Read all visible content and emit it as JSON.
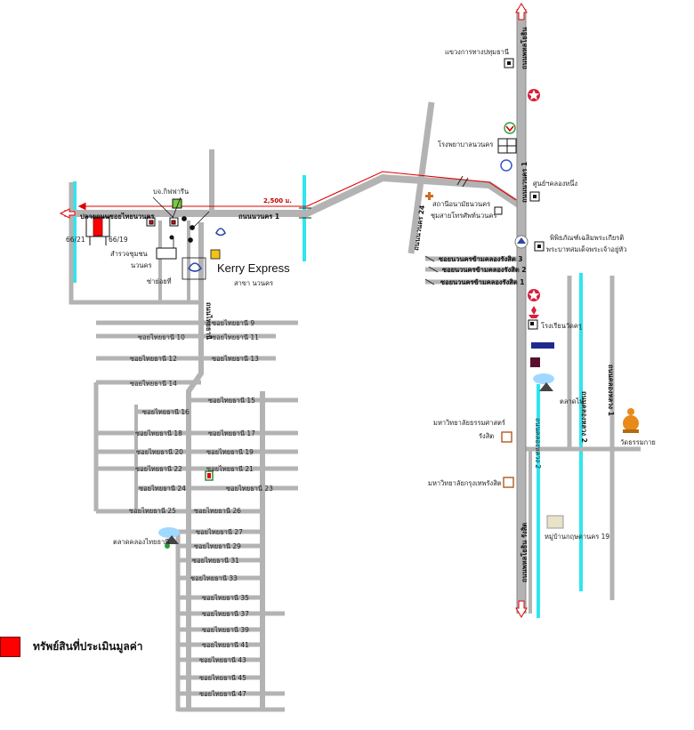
{
  "colors": {
    "road": "#b3b3b3",
    "road_edge": "#8a8a8a",
    "canal": "#2ee6ee",
    "route": "#e00000",
    "subject": "#ff0000",
    "kerry": "#f2c318",
    "green": "#36b34a"
  },
  "main_roads": {
    "phahonyothin_top": "ถนนพหลโยธิน",
    "phahonyothin_bottom": "ถนนพหลโยธิน รังสิต",
    "navanakorn_1": "ถนนนวนคร 1",
    "navanakorn_24": "ถนนนวนคร 24",
    "navanakorn_sub": "ถนนนวนคร 1",
    "klong_luang_2": "ถนนคลองหลวง 2",
    "klong_luang_1": "ถนนคลองหลวง 1",
    "distance": "2,500 ม."
  },
  "places": {
    "customs": "แขวงการทางปทุมธานี",
    "hospital": "โรงพยาบาลนวนคร",
    "distribution": "ศูนย์ฯคลองหนึ่ง",
    "museum_line1": "พิพิธภัณฑ์เฉลิมพระเกียรติ",
    "museum_line2": "พระบาทสมเด็จพระเจ้าอยู่หัว",
    "gas_station": "สถานีอนามัยนวนคร",
    "school_branch": "ชุมสายโทรศัพท์นวนคร",
    "school": "โรงเรียนวัดครู",
    "market_right": "ตลาดไท",
    "temple": "วัดธรรมกาย",
    "university_1_line1": "มหาวิทยาลัยธรรมศาสตร์",
    "university_1_line2": "รังสิต",
    "university_2": "มหาวิทยาลัยกรุงเทพรังสิต",
    "village": "หมู่บ้านกฤษดานคร 19",
    "company": "บจ.กิฟฟารีน",
    "police": "สำรวจชุมชน",
    "police_line2": "นวนคร",
    "sub_left": "ซ่าย่อยที่",
    "market_left": "ตลาดคลองไทยธานี",
    "navanakorn_gate": "ปลายถนนซอยไทยนวนคร",
    "kerry_title": "Kerry Express",
    "kerry_sub": "สาขา นวนคร",
    "thai_thani_road": "ถนนไทยธานี"
  },
  "house_numbers": {
    "left": "66/21",
    "right": "66/19"
  },
  "right_sois": [
    "ซอยนวนครข้ามคลองรังสิต 3",
    "ซอยนวนครข้ามคลองรังสิต 2",
    "ซอยนวนครข้ามคลองรังสิต 1"
  ],
  "sois": {
    "s9": "ซอยไทยธานี 9",
    "s10": "ซอยไทยธานี 10",
    "s11": "ซอยไทยธานี 11",
    "s12": "ซอยไทยธานี 12",
    "s13": "ซอยไทยธานี 13",
    "s14": "ซอยไทยธานี 14",
    "s15": "ซอยไทยธานี 15",
    "s16": "ซอยไทยธานี 16",
    "s17": "ซอยไทยธานี 17",
    "s18": "ซอยไทยธานี 18",
    "s19": "ซอยไทยธานี 19",
    "s20": "ซอยไทยธานี 20",
    "s21": "ซอยไทยธานี 21",
    "s22": "ซอยไทยธานี 22",
    "s23": "ซอยไทยธานี 23",
    "s24": "ซอยไทยธานี 24",
    "s25": "ซอยไทยธานี 25",
    "s26": "ซอยไทยธานี 26",
    "s27": "ซอยไทยธานี 27",
    "s29": "ซอยไทยธานี 29",
    "s31": "ซอยไทยธานี 31",
    "s33": "ซอยไทยธานี 33",
    "s35": "ซอยไทยธานี 35",
    "s37": "ซอยไทยธานี 37",
    "s39": "ซอยไทยธานี 39",
    "s41": "ซอยไทยธานี 41",
    "s43": "ซอยไทยธานี 43",
    "s45": "ซอยไทยธานี 45",
    "s47": "ซอยไทยธานี 47"
  },
  "legend": {
    "label": "ทรัพย์สินที่ประเมินมูลค่า"
  },
  "icons": [
    "star-icon",
    "shell-icon",
    "hospital-icon",
    "museum-icon",
    "temple-icon",
    "market-icon",
    "mitsubishi-icon",
    "nissan-icon",
    "school-icon"
  ]
}
